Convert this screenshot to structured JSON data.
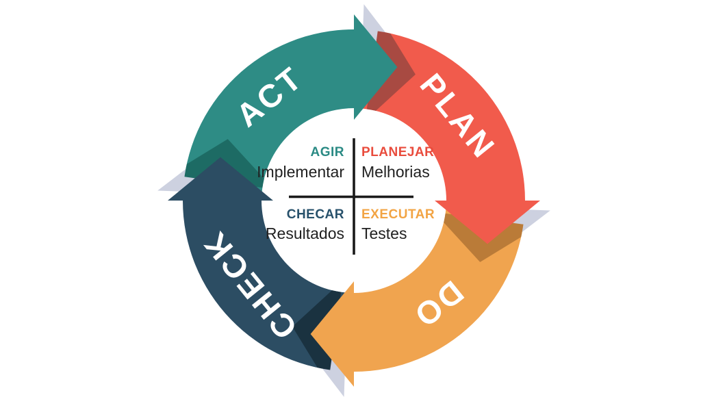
{
  "diagram": {
    "background": "#ffffff",
    "arc_word_color": "#ffffff",
    "backdrop_shadow_color": "#cdd1e0",
    "divider_color": "#1a1a1a",
    "center_word_color": "#212121",
    "segments": [
      {
        "arc_word": "ACT",
        "color": "#2e8c85",
        "dark": "#1d6b64",
        "quadrant_label": "AGIR",
        "quadrant_label_color": "#2a8a84",
        "quadrant_word": "Implementar"
      },
      {
        "arc_word": "PLAN",
        "color": "#f15b4c",
        "dark": "#a84a42",
        "quadrant_label": "PLANEJAR",
        "quadrant_label_color": "#e94c3d",
        "quadrant_word": "Melhorias"
      },
      {
        "arc_word": "DO",
        "color": "#f0a44f",
        "dark": "#ba7b38",
        "quadrant_label": "EXECUTAR",
        "quadrant_label_color": "#f2a444",
        "quadrant_word": "Testes"
      },
      {
        "arc_word": "CHECK",
        "color": "#2c4d63",
        "dark": "#1a3240",
        "quadrant_label": "CHECAR",
        "quadrant_label_color": "#27516b",
        "quadrant_word": "Resultados"
      }
    ]
  }
}
